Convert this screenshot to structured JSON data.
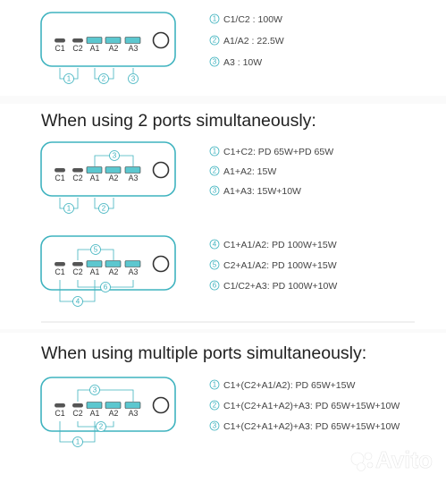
{
  "colors": {
    "accent": "#3fb3bf",
    "outline": "#3fb3bf",
    "usb_a_fill": "#5cc7cf",
    "usb_c_fill": "#555555"
  },
  "ports": {
    "c1": "C1",
    "c2": "C2",
    "a1": "A1",
    "a2": "A2",
    "a3": "A3"
  },
  "circle_numbers": [
    "1",
    "2",
    "3",
    "4",
    "5",
    "6"
  ],
  "single": {
    "specs": [
      {
        "num": "1",
        "text": "C1/C2 : 100W"
      },
      {
        "num": "2",
        "text": "A1/A2 : 22.5W"
      },
      {
        "num": "3",
        "text": "A3 : 10W"
      }
    ]
  },
  "two_ports": {
    "heading": "When using 2 ports simultaneously:",
    "group1": [
      {
        "num": "1",
        "text": "C1+C2:  PD 65W+PD 65W"
      },
      {
        "num": "2",
        "text": "A1+A2:  15W"
      },
      {
        "num": "3",
        "text": "A1+A3:  15W+10W"
      }
    ],
    "group2": [
      {
        "num": "4",
        "text": "C1+A1/A2:  PD 100W+15W"
      },
      {
        "num": "5",
        "text": "C2+A1/A2:  PD 100W+15W"
      },
      {
        "num": "6",
        "text": "C1/C2+A3:  PD 100W+10W"
      }
    ]
  },
  "multi": {
    "heading": "When using multiple ports simultaneously:",
    "specs": [
      {
        "num": "1",
        "text": "C1+(C2+A1/A2):  PD 65W+15W"
      },
      {
        "num": "2",
        "text": "C1+(C2+A1+A2)+A3:  PD 65W+15W+10W"
      },
      {
        "num": "3",
        "text": "C1+(C2+A1+A2)+A3:  PD 65W+15W+10W"
      }
    ]
  },
  "watermark": {
    "text": "Avito",
    "icon": "avito-dots-icon"
  }
}
